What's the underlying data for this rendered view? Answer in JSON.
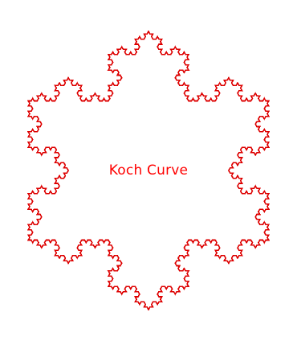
{
  "figure": {
    "caption": "Koch Curve",
    "shape": "koch-snowflake",
    "iterations": 4,
    "colors": {
      "curve": "#dd0000",
      "caption": "#ff0000",
      "background": "#ffffff"
    }
  }
}
